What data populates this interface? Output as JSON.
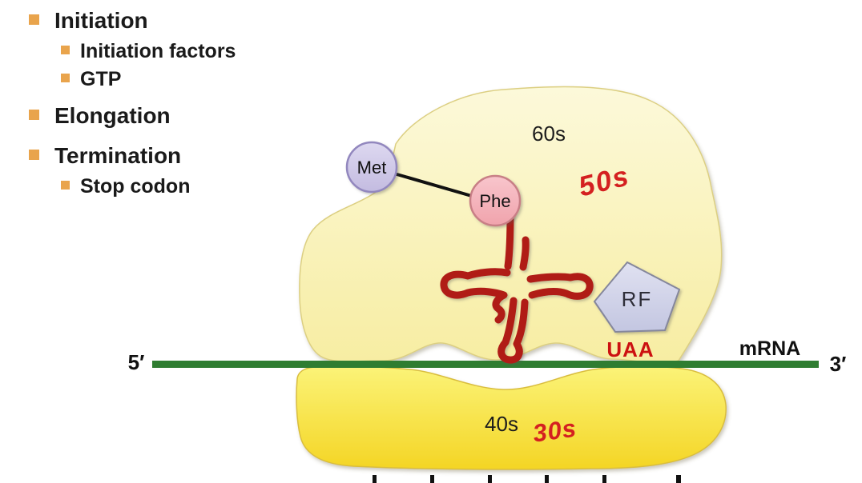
{
  "slide": {
    "background": "#ffffff",
    "bullet_list": {
      "marker_color": "#e9a44c",
      "text_color": "#1a1a1a",
      "items": [
        {
          "label": "Initiation",
          "level": 1
        },
        {
          "label": "Initiation factors",
          "level": 2
        },
        {
          "label": "GTP",
          "level": 2
        },
        {
          "label": "Elongation",
          "level": 1
        },
        {
          "label": "Termination",
          "level": 1
        },
        {
          "label": "Stop codon",
          "level": 2
        }
      ]
    },
    "diagram": {
      "large_subunit": {
        "label": "60s",
        "handwritten_annotation": "50s",
        "fill_top": "#fcf9da",
        "fill_bottom": "#f7eda2",
        "outline": "#dccf82"
      },
      "small_subunit": {
        "label": "40s",
        "handwritten_annotation": "30s",
        "fill_top": "#fbf378",
        "fill_bottom": "#f4d524",
        "outline": "#d9bd3e"
      },
      "mrna": {
        "label": "mRNA",
        "five_prime_label": "5′",
        "three_prime_label": "3′",
        "color": "#2f7d31"
      },
      "stop_codon": {
        "label": "UAA",
        "color": "#cc1111"
      },
      "release_factor": {
        "label": "RF",
        "fill": "#c9cce6",
        "outline": "#85879c"
      },
      "trna": {
        "color": "#b01e14"
      },
      "met_amino_acid": {
        "label": "Met",
        "fill": "#cdc6e6",
        "outline": "#9287be"
      },
      "phe_amino_acid": {
        "label": "Phe",
        "fill": "#f4b0b9",
        "outline": "#c87f86"
      },
      "handwriting_color": "#d42020"
    }
  }
}
